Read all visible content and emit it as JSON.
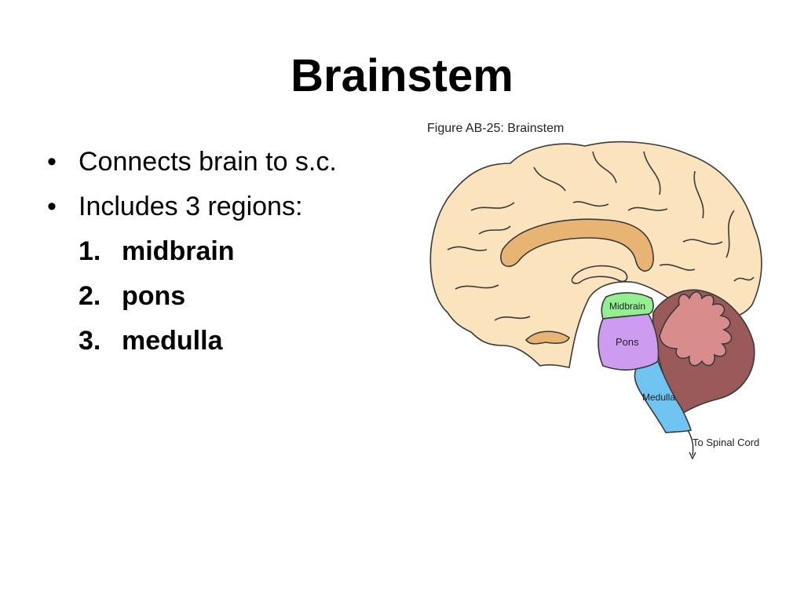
{
  "slide": {
    "title": "Brainstem",
    "bullets": [
      "Connects brain to s.c.",
      "Includes 3 regions:"
    ],
    "bullet_glyph": "•",
    "regions": [
      {
        "number": "1.",
        "label": "midbrain"
      },
      {
        "number": "2.",
        "label": "pons"
      },
      {
        "number": "3.",
        "label": "medulla"
      }
    ]
  },
  "figure": {
    "caption": "Figure AB-25: Brainstem",
    "labels": {
      "midbrain": "Midbrain",
      "pons": "Pons",
      "medulla": "Medulla",
      "spinal_cord": "To Spinal Cord"
    },
    "colors": {
      "cerebrum": "#fae3bd",
      "corpus_callosum": "#e8b473",
      "midbrain": "#93ef92",
      "pons": "#cd9bf0",
      "medulla": "#6fc4f2",
      "cerebellum": "#9b5a5a",
      "arbor_vitae": "#d98c8c",
      "outline": "#3a3a3a"
    }
  }
}
